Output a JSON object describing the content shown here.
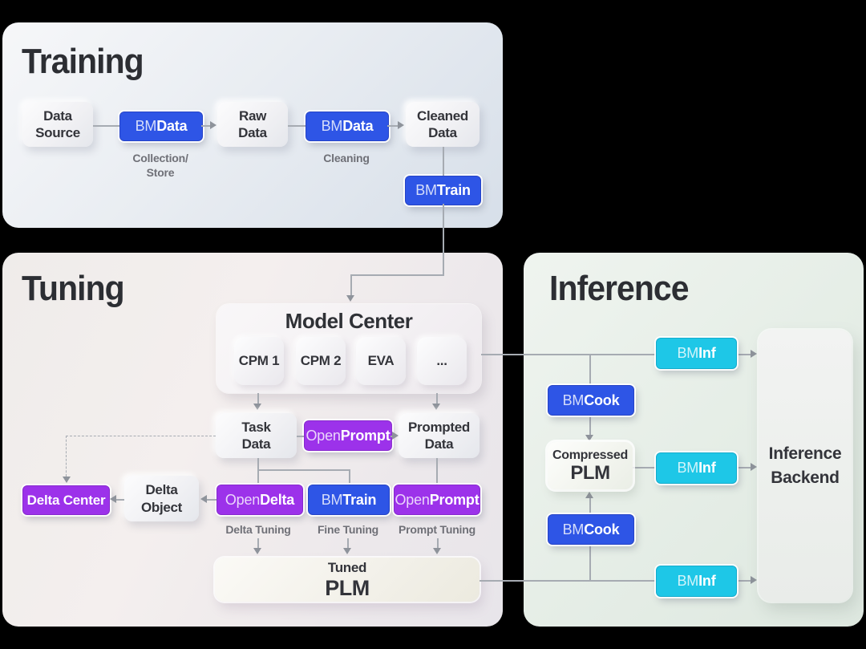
{
  "colors": {
    "blue": "#2e55e6",
    "cyan": "#1ec7e7",
    "purple": "#9c32ea",
    "line": "#a6abb2",
    "panel_training": "#e3e9f0",
    "panel_tuning": "#efebec",
    "panel_inference": "#e6eee7",
    "heading": "#2c2e33",
    "gray_label": "#6f7077"
  },
  "training": {
    "title": "Training",
    "nodes": {
      "data_source": "Data\nSource",
      "raw_data": "Raw\nData",
      "cleaned_data": "Cleaned\nData"
    },
    "tools": {
      "bmdata1": {
        "prefix": "BM",
        "suffix": "Data"
      },
      "bmdata2": {
        "prefix": "BM",
        "suffix": "Data"
      },
      "bmtrain": {
        "prefix": "BM",
        "suffix": "Train"
      }
    },
    "labels": {
      "collection": "Collection/\nStore",
      "cleaning": "Cleaning"
    }
  },
  "tuning": {
    "title": "Tuning",
    "model_center": {
      "title": "Model Center",
      "models": [
        "CPM 1",
        "CPM 2",
        "EVA",
        "..."
      ]
    },
    "nodes": {
      "task_data": "Task\nData",
      "prompted_data": "Prompted\nData",
      "delta_center": "Delta Center",
      "delta_object": "Delta\nObject",
      "tuned_plm_line1": "Tuned",
      "tuned_plm_line2": "PLM"
    },
    "tools": {
      "openprompt_top": {
        "prefix": "Open",
        "suffix": "Prompt"
      },
      "opendelta": {
        "prefix": "Open",
        "suffix": "Delta"
      },
      "bmtrain": {
        "prefix": "BM",
        "suffix": "Train"
      },
      "openprompt_bottom": {
        "prefix": "Open",
        "suffix": "Prompt"
      }
    },
    "labels": {
      "delta_tuning": "Delta Tuning",
      "fine_tuning": "Fine Tuning",
      "prompt_tuning": "Prompt Tuning"
    }
  },
  "inference": {
    "title": "Inference",
    "nodes": {
      "compressed_plm_line1": "Compressed",
      "compressed_plm_line2": "PLM",
      "inference_backend": "Inference\nBackend"
    },
    "tools": {
      "bminf_top": {
        "prefix": "BM",
        "suffix": "Inf"
      },
      "bminf_mid": {
        "prefix": "BM",
        "suffix": "Inf"
      },
      "bminf_bottom": {
        "prefix": "BM",
        "suffix": "Inf"
      },
      "bmcook_top": {
        "prefix": "BM",
        "suffix": "Cook"
      },
      "bmcook_bottom": {
        "prefix": "BM",
        "suffix": "Cook"
      }
    }
  }
}
